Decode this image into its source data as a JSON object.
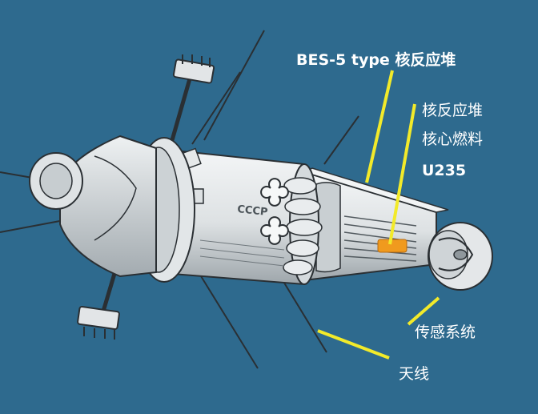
{
  "labels": {
    "reactor_type": "BES-5 type 核反应堆",
    "reactor_core_title": "核反应堆",
    "reactor_core_fuel": "核心燃料",
    "reactor_core_isotope": "U235",
    "sensor_system": "传感系统",
    "antenna": "天线"
  },
  "hull_marking": "CCCP",
  "colors": {
    "background": "#2e6a8e",
    "callout_line": "#f2ea2a",
    "fuel_highlight": "#f09a1e",
    "hull_light": "#e6e9ea",
    "hull_shadow": "#a9b0b4",
    "outline": "#333a3e"
  }
}
